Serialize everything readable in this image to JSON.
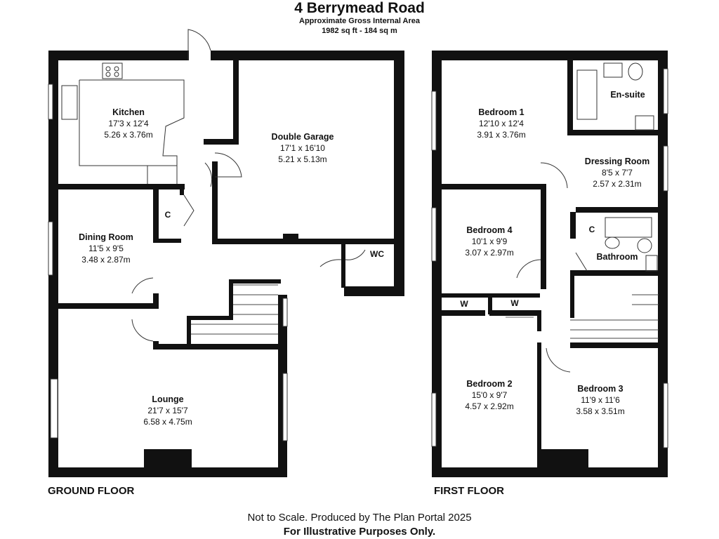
{
  "header": {
    "title": "4 Berrymead Road",
    "area_label": "Approximate Gross Internal Area",
    "area_value": "1982 sq ft - 184 sq m"
  },
  "floors": {
    "ground": "GROUND FLOOR",
    "first": "FIRST FLOOR"
  },
  "rooms": {
    "kitchen": {
      "name": "Kitchen",
      "imperial": "17'3 x 12'4",
      "metric": "5.26 x 3.76m"
    },
    "garage": {
      "name": "Double Garage",
      "imperial": "17'1 x 16'10",
      "metric": "5.21 x 5.13m"
    },
    "dining": {
      "name": "Dining Room",
      "imperial": "11'5 x 9'5",
      "metric": "3.48 x 2.87m"
    },
    "lounge": {
      "name": "Lounge",
      "imperial": "21'7 x 15'7",
      "metric": "6.58 x 4.75m"
    },
    "bedroom1": {
      "name": "Bedroom 1",
      "imperial": "12'10 x 12'4",
      "metric": "3.91 x 3.76m"
    },
    "ensuite": {
      "name": "En-suite"
    },
    "dressing": {
      "name": "Dressing Room",
      "imperial": "8'5 x 7'7",
      "metric": "2.57 x 2.31m"
    },
    "bedroom4": {
      "name": "Bedroom 4",
      "imperial": "10'1 x 9'9",
      "metric": "3.07 x 2.97m"
    },
    "bathroom": {
      "name": "Bathroom"
    },
    "bedroom2": {
      "name": "Bedroom 2",
      "imperial": "15'0 x 9'7",
      "metric": "4.57 x 2.92m"
    },
    "bedroom3": {
      "name": "Bedroom 3",
      "imperial": "11'9 x 11'6",
      "metric": "3.58 x 3.51m"
    }
  },
  "tags": {
    "cupboard": "C",
    "wc": "WC",
    "wardrobe": "W"
  },
  "footer": {
    "line1": "Not to Scale. Produced by The Plan Portal 2025",
    "line2": "For Illustrative Purposes Only."
  }
}
